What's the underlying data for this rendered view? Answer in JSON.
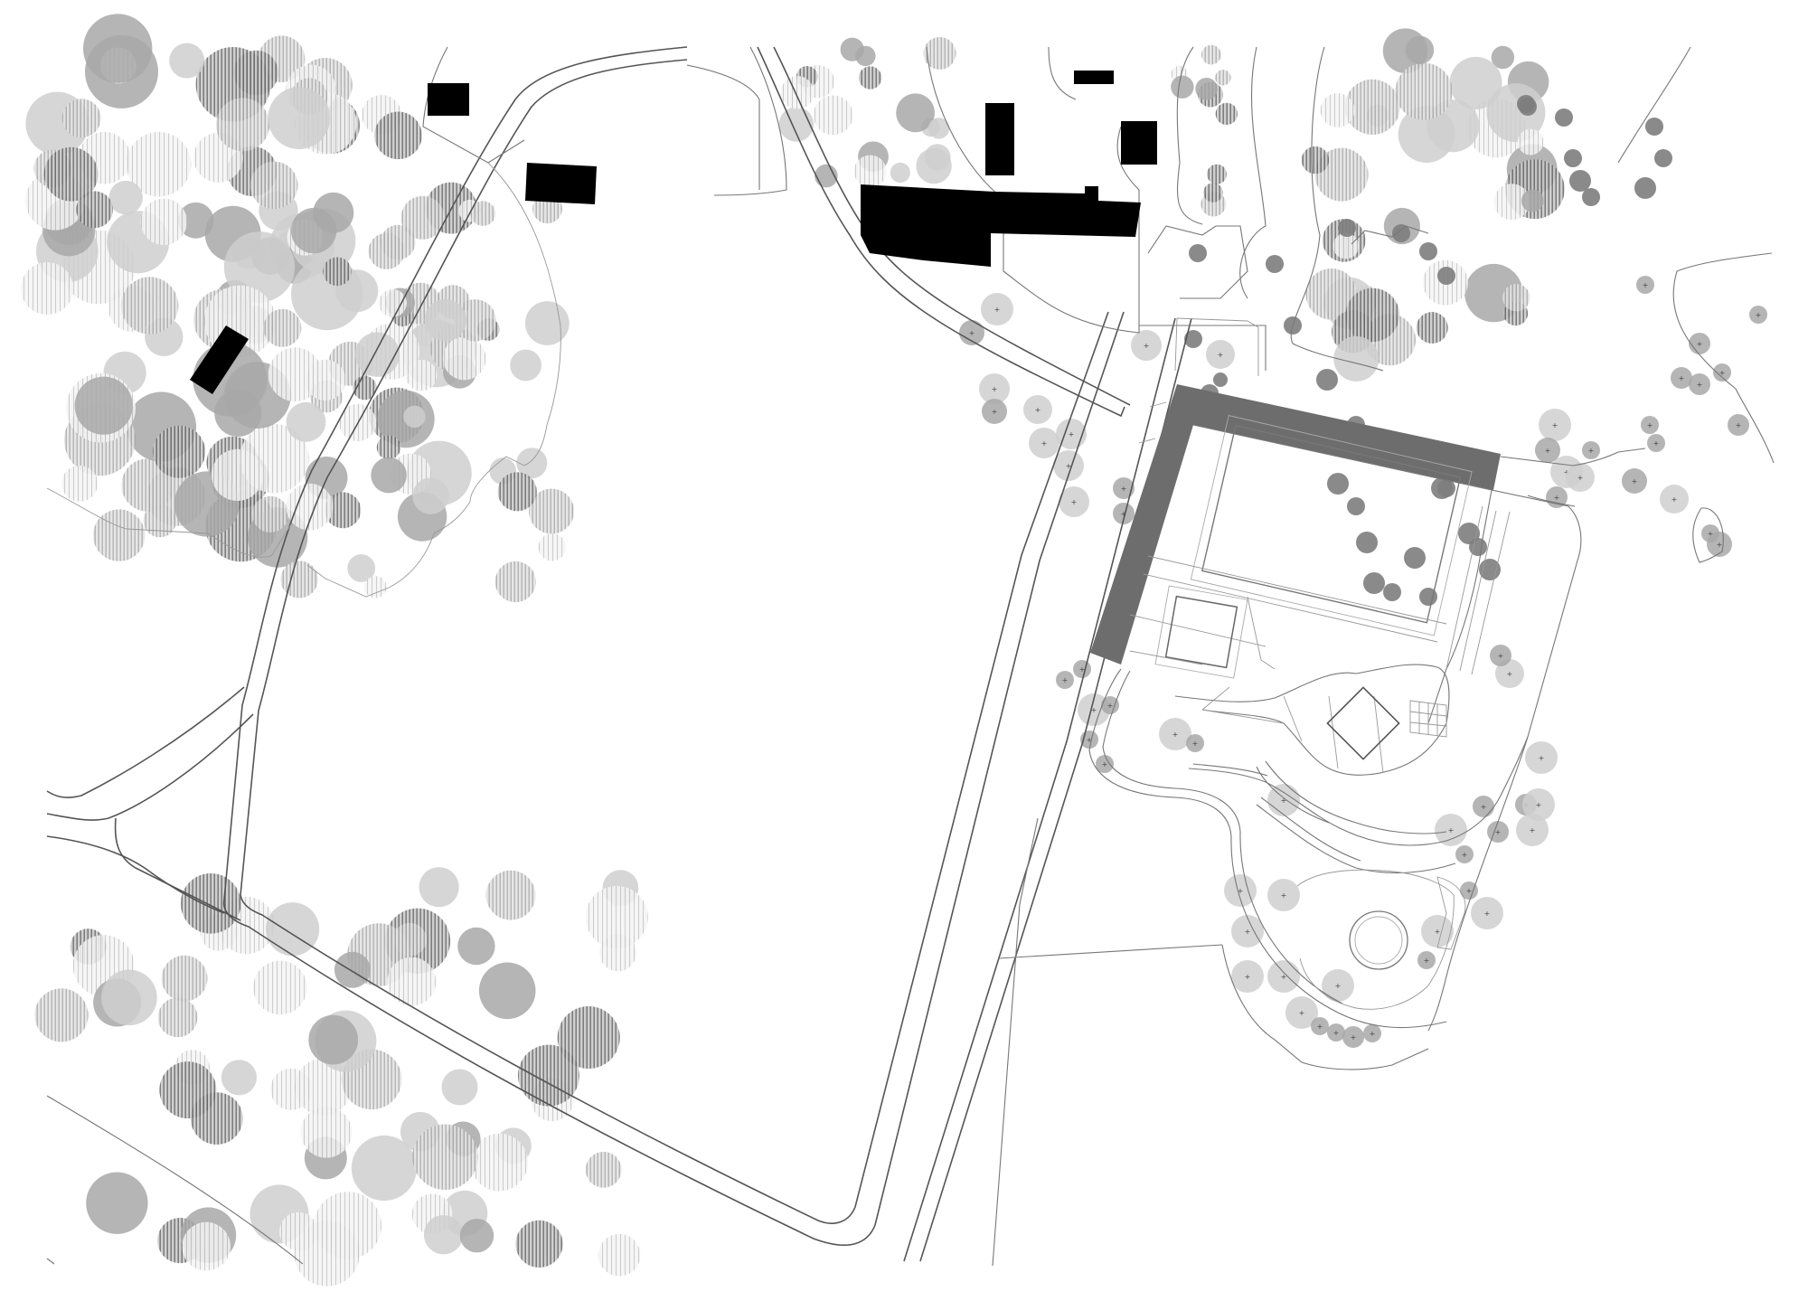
{
  "map": {
    "kind": "site-plan",
    "legend": "",
    "labels": [],
    "palette": {
      "background": "#ffffff",
      "existing_buildings": "#000000",
      "new_building": "#6d6d6d",
      "tree_light": "#cfcfcf",
      "tree_mid": "#a8a8a8",
      "tree_dark": "#7d7d7d",
      "linework": "#555555"
    },
    "features": [
      "access-road",
      "field",
      "existing-buildings",
      "new-building",
      "courtyard",
      "pool",
      "pavilion",
      "circular-garden",
      "tree-canopies"
    ]
  }
}
